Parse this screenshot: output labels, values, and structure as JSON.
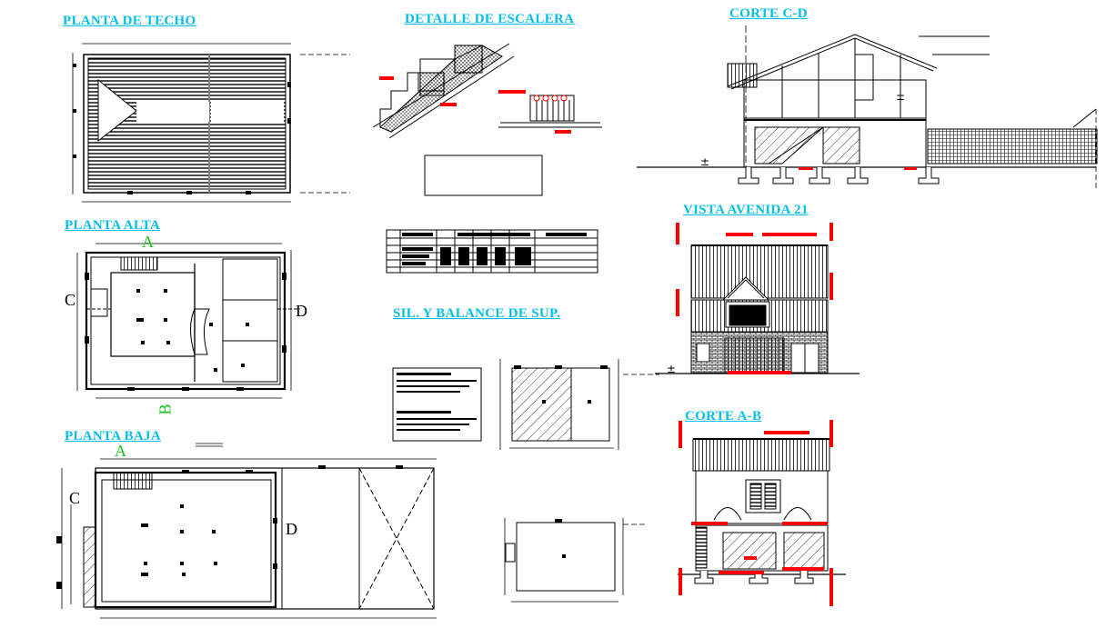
{
  "titles": {
    "planta_techo": "PLANTA DE TECHO",
    "detalle_escalera": "DETALLE DE ESCALERA",
    "corte_cd": "CORTE  C-D",
    "planta_alta": "PLANTA ALTA",
    "vista_avenida": "VISTA  AVENIDA 21",
    "sil_balance": "SIL. Y BALANCE DE SUP.",
    "planta_baja": "PLANTA BAJA",
    "corte_ab": "CORTE  A-B"
  },
  "section_marks": {
    "a_alta": "A",
    "b_alta": "B",
    "c_alta": "C",
    "d_alta": "D",
    "a_baja": "A",
    "c_baja": "C",
    "d_baja": "D"
  },
  "colors": {
    "title": "#00bfe8",
    "line": "#000000",
    "accent": "#ff0000",
    "mark": "#18c418"
  }
}
